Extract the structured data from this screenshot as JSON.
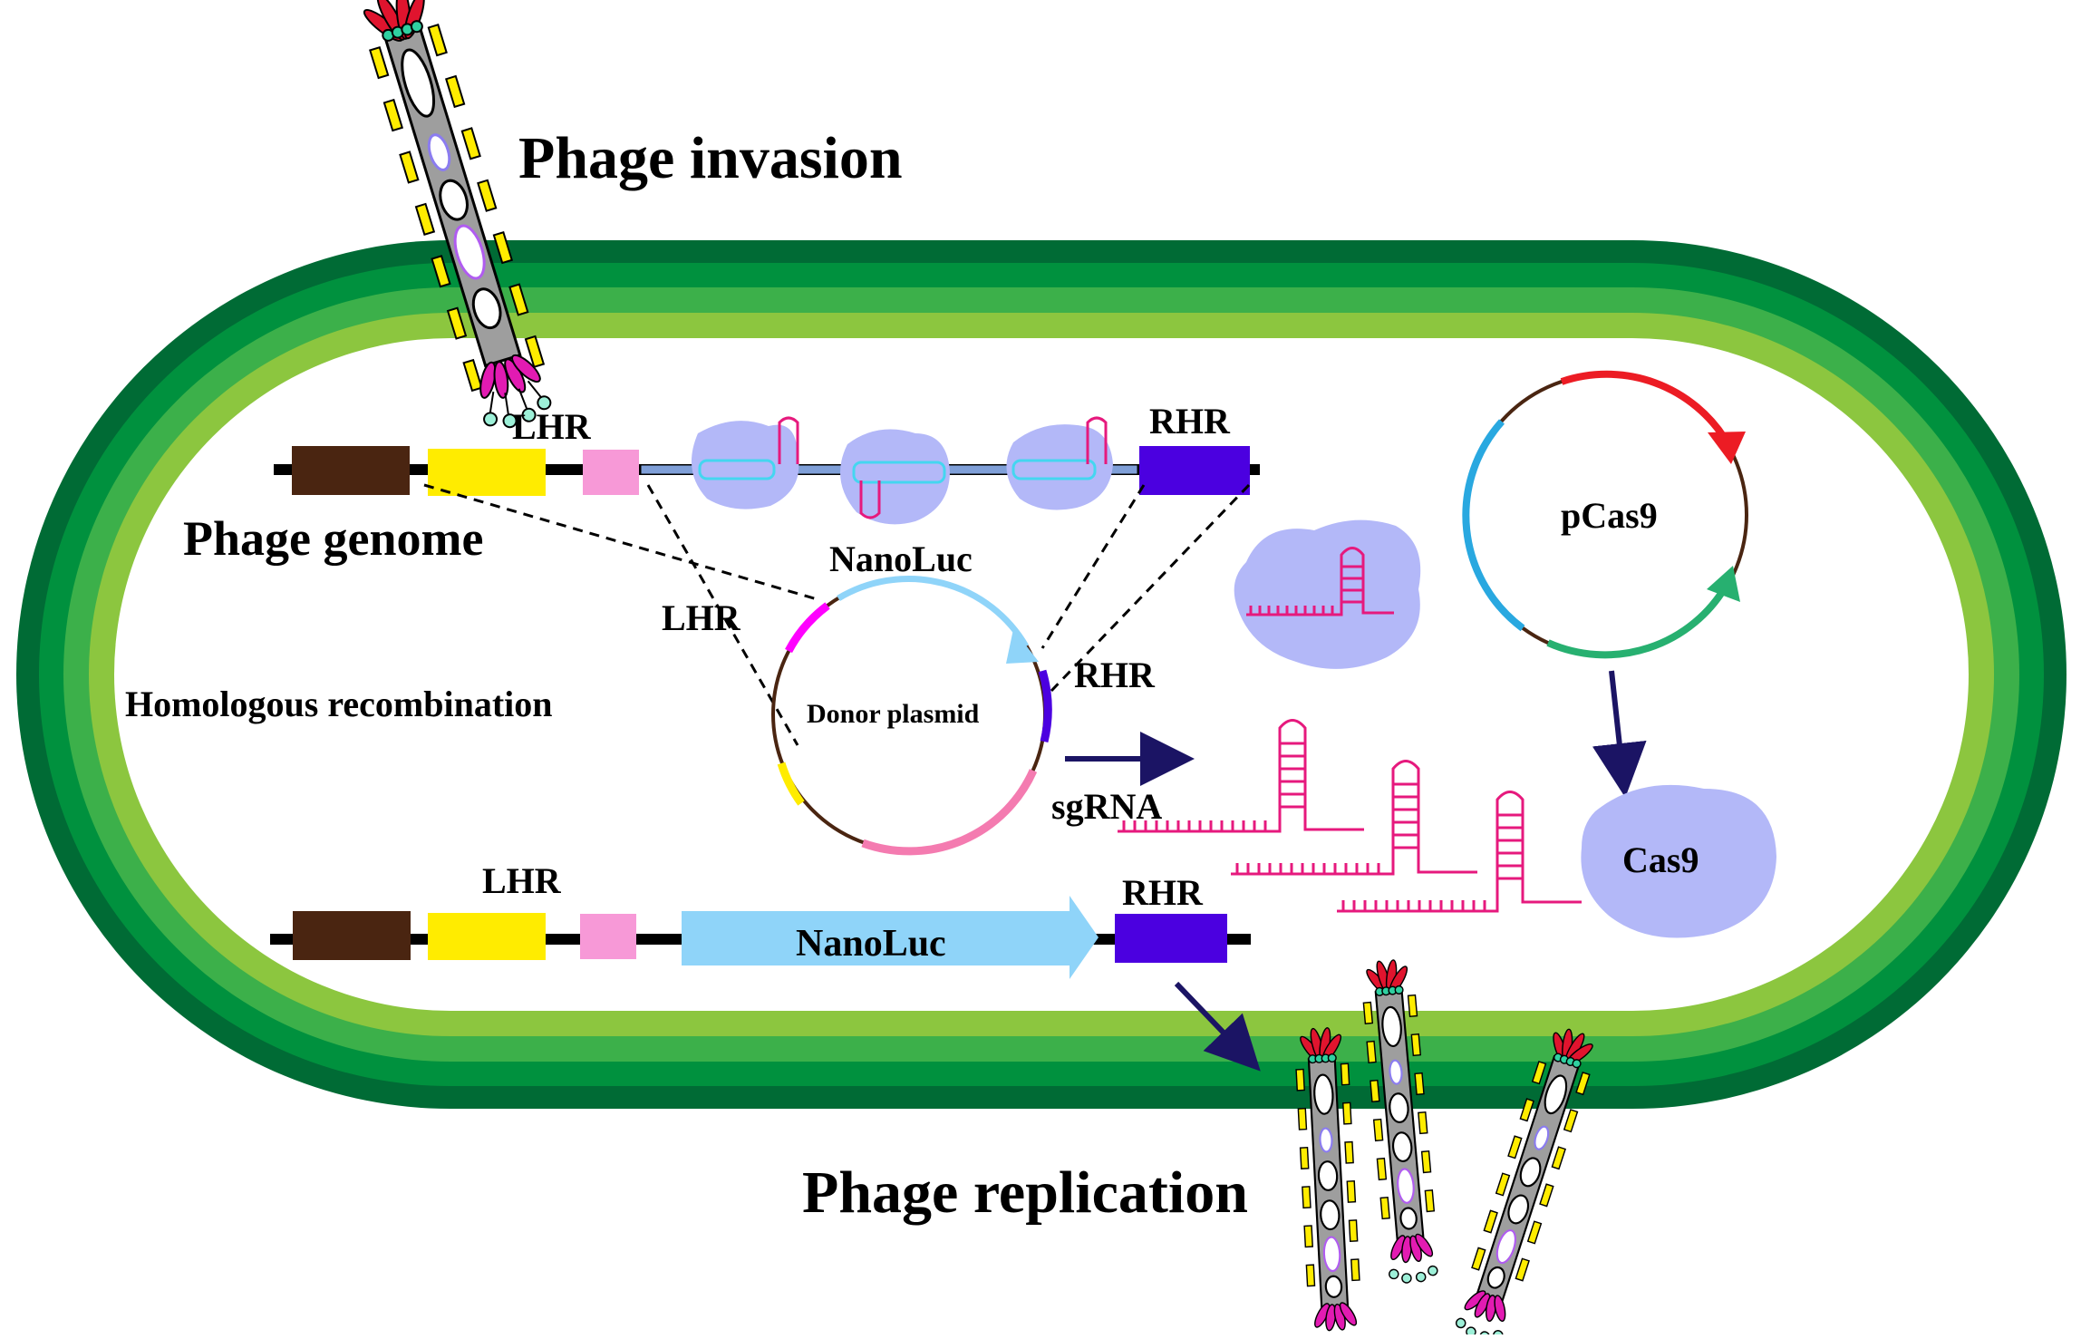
{
  "labels": {
    "phage_invasion": "Phage invasion",
    "phage_genome": "Phage genome",
    "lhr_top": "LHR",
    "rhr_top": "RHR",
    "nanoluc_plasmid": "NanoLuc",
    "lhr_plasmid": "LHR",
    "rhr_plasmid": "RHR",
    "donor_plasmid": "Donor plasmid",
    "homologous_recombination": "Homologous recombination",
    "sgrna": "sgRNA",
    "pcas9": "pCas9",
    "cas9": "Cas9",
    "lhr_bottom": "LHR",
    "rhr_bottom": "RHR",
    "nanoluc_gene": "NanoLuc",
    "phage_replication": "Phage replication"
  },
  "colors": {
    "membrane_dark": "#006b35",
    "membrane_mid": "#00913e",
    "membrane_light": "#3cb04a",
    "membrane_pale": "#8cc63f",
    "dark_brown": "#4a2511",
    "yellow": "#ffec00",
    "pink_light": "#f799d7",
    "rhr_purple": "#4b00e0",
    "nanoluc_blue": "#8fd4f9",
    "sgrna_pink": "#e6197d",
    "cas9_lavender": "#b3b8f8",
    "pcas9_red": "#ec1c24",
    "pcas9_blue": "#29a8e0",
    "pcas9_green": "#27b070",
    "arrow_navy": "#1b1464",
    "magenta": "#ff00ff",
    "pink_segment": "#f47bb0"
  }
}
